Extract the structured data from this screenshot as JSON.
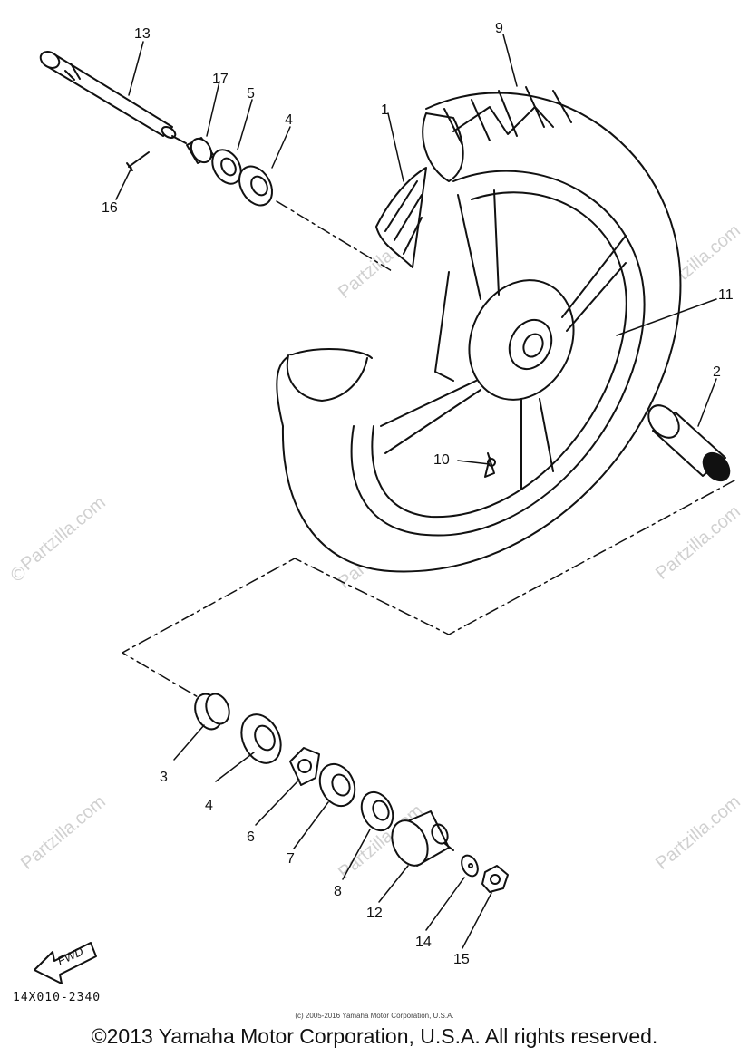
{
  "callouts": {
    "c1": "1",
    "c2": "2",
    "c3": "3",
    "c4a": "4",
    "c4b": "4",
    "c5": "5",
    "c6": "6",
    "c7": "7",
    "c8": "8",
    "c9": "9",
    "c10": "10",
    "c11": "11",
    "c12": "12",
    "c13": "13",
    "c14": "14",
    "c15": "15",
    "c16": "16",
    "c17": "17"
  },
  "fwd_label": "FWD",
  "drawing_code": "14X010-2340",
  "copyright_small": "(c) 2005-2016 Yamaha Motor Corporation, U.S.A.",
  "copyright_main": "©2013 Yamaha Motor Corporation, U.S.A. All rights reserved.",
  "watermark": {
    "text": "Partzilla.com",
    "symbol": "©"
  }
}
